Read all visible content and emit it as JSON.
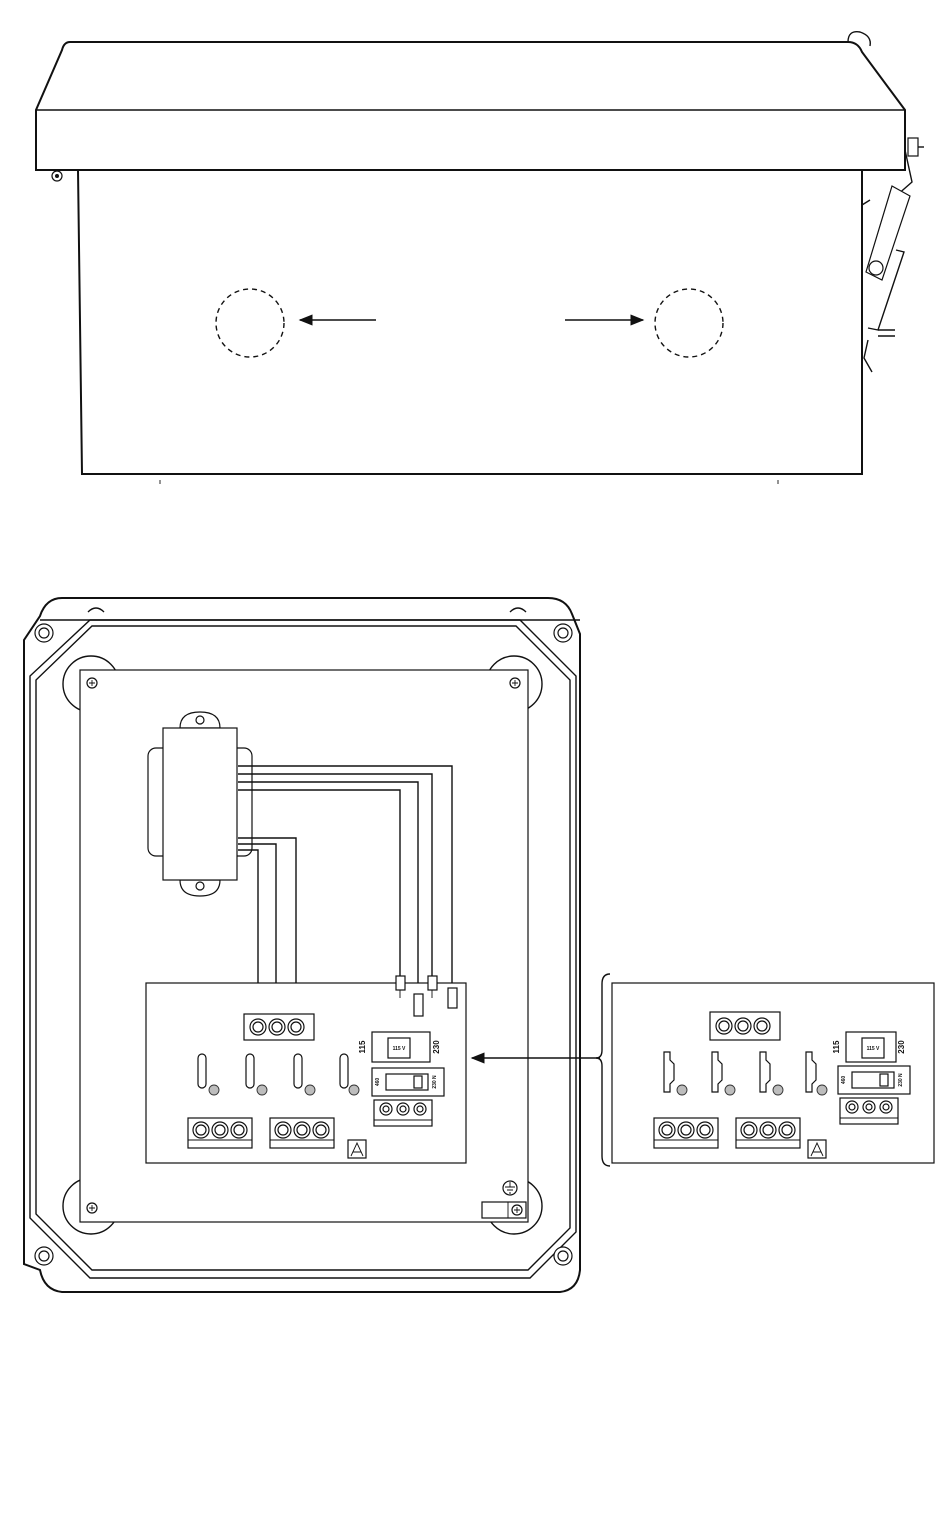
{
  "labels": {
    "voltage_low": "115",
    "voltage_high": "230",
    "switch_rating": "115 V",
    "switch_left": "460",
    "switch_right": "230 N",
    "detail_switch_rating": "115 V"
  },
  "colors": {
    "line": "#111111",
    "indicator": "#bdbdbd",
    "background": "#ffffff"
  },
  "icons": {
    "knockout_arrow": "arrow-icon",
    "ground": "ground-icon",
    "logo": "manufacturer-logo-icon",
    "screw": "screw-icon"
  }
}
